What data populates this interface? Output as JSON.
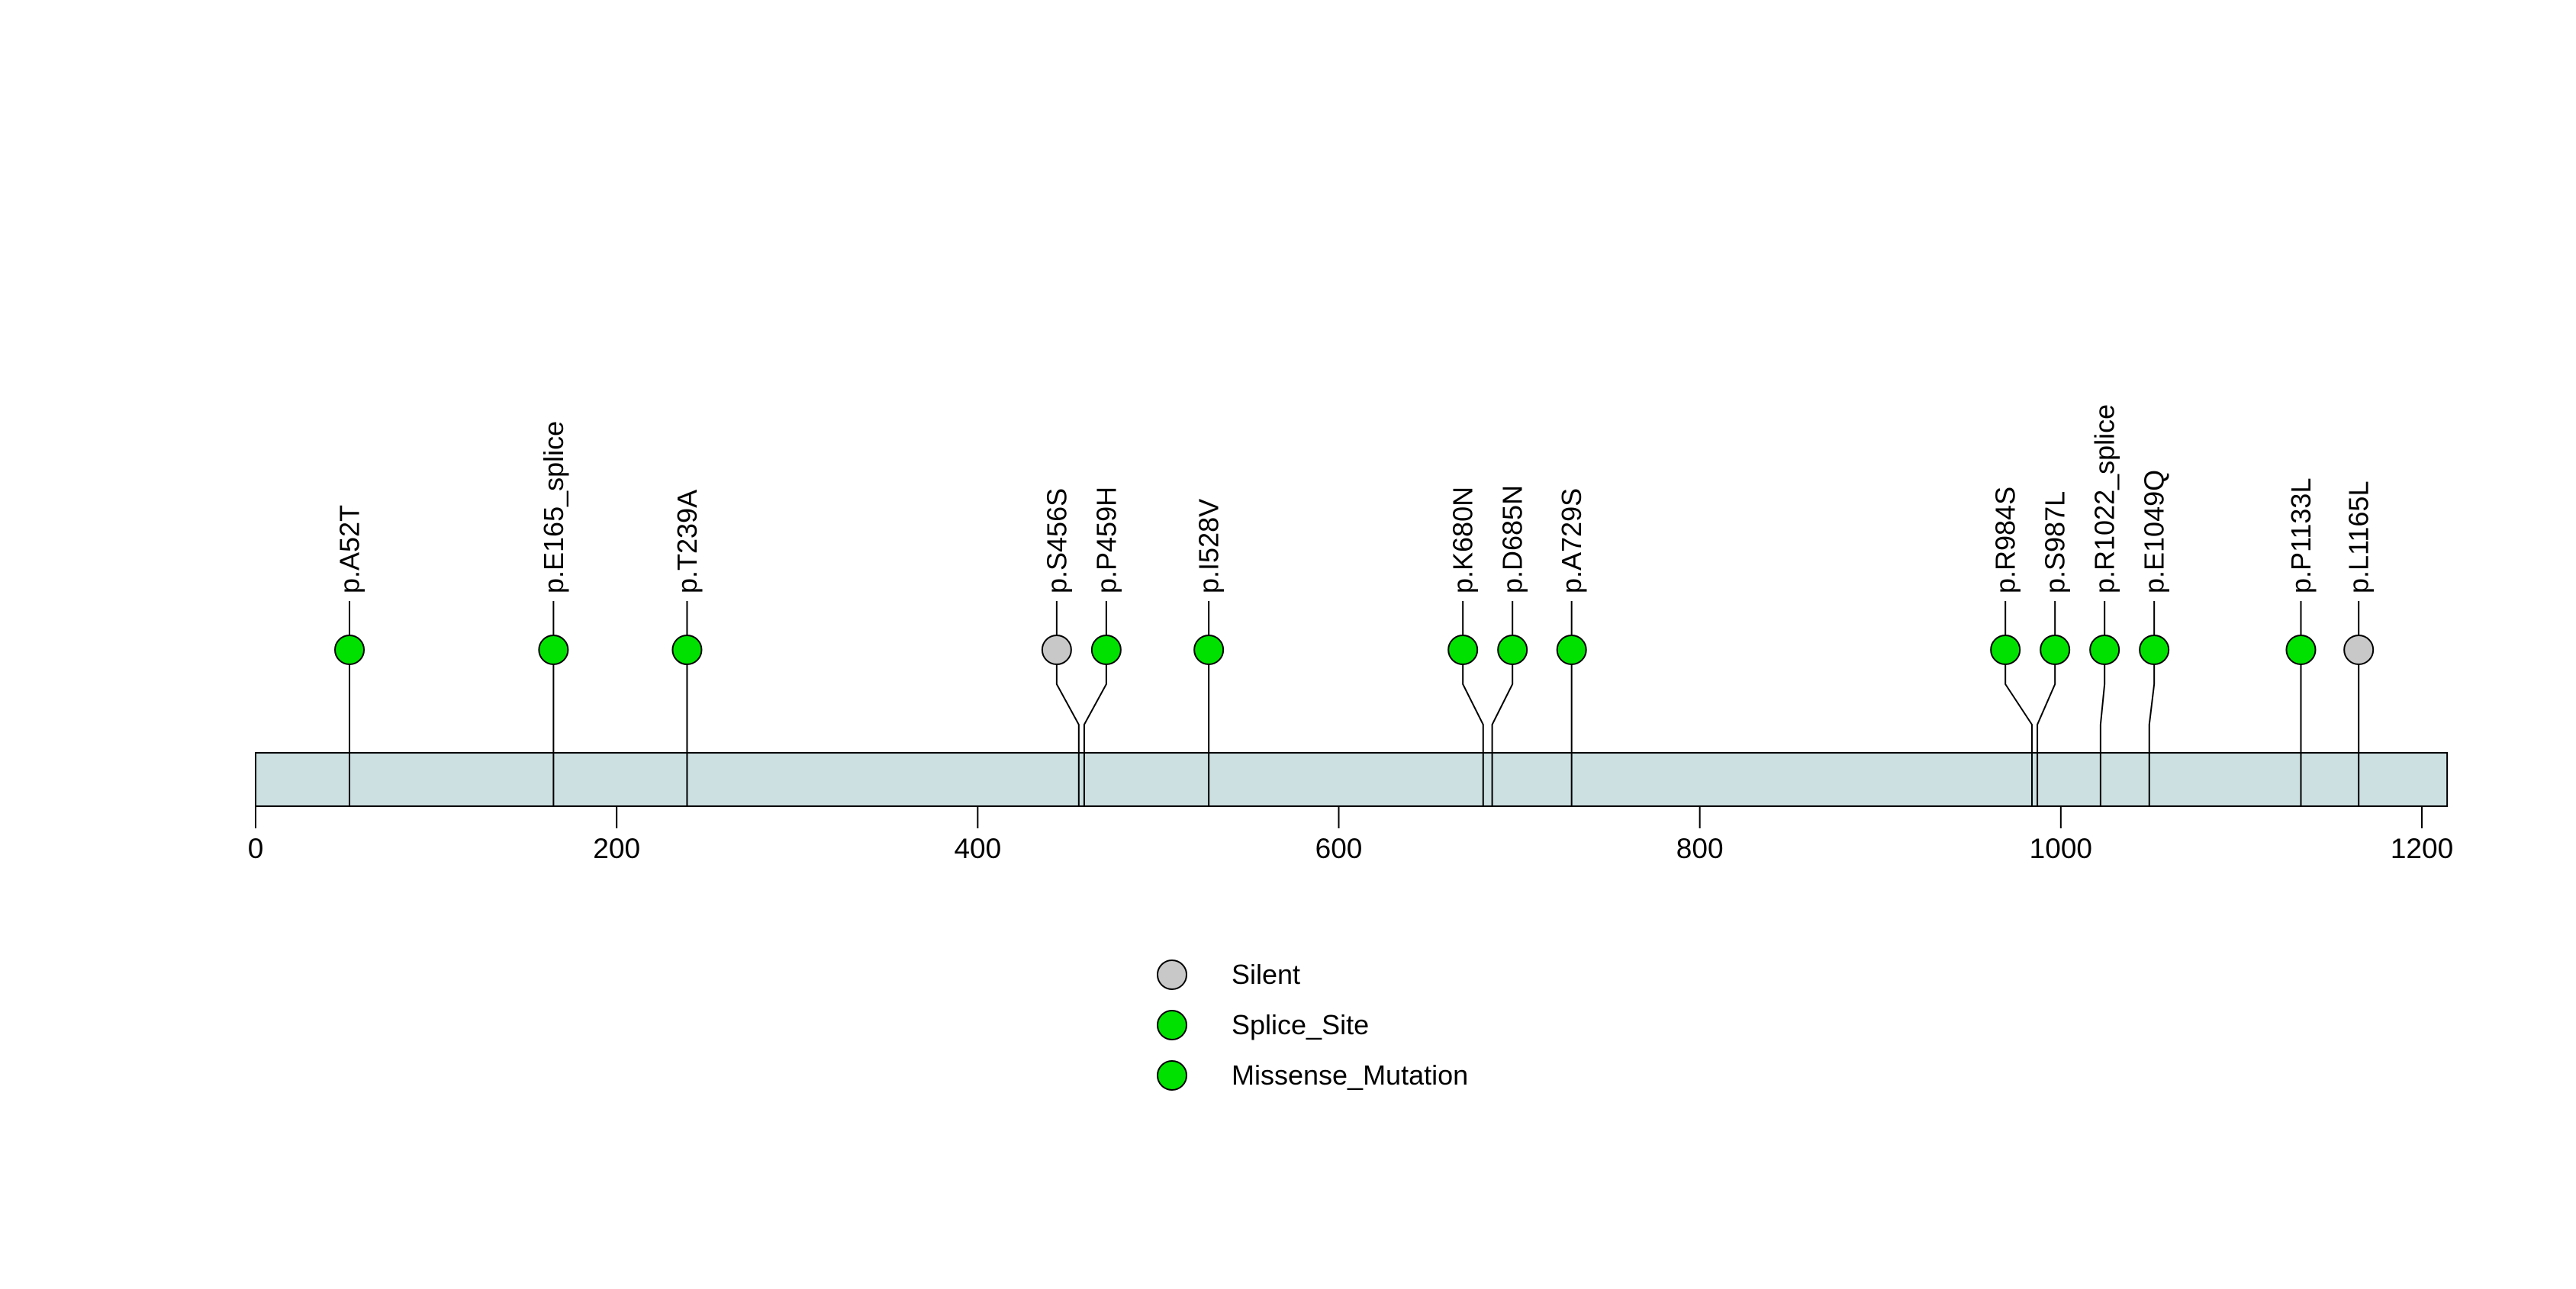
{
  "chart_data": {
    "type": "lollipop",
    "title": "",
    "xlabel": "",
    "ylabel": "",
    "xlim": [
      0,
      1214
    ],
    "x_ticks": [
      0,
      200,
      400,
      600,
      800,
      1000,
      1200
    ],
    "grid": false,
    "legend_position": "bottom-center",
    "protein_bar": {
      "start": 0,
      "end": 1214
    },
    "mutations": [
      {
        "label": "p.A52T",
        "position": 52,
        "type": "Missense_Mutation"
      },
      {
        "label": "p.E165_splice",
        "position": 165,
        "type": "Splice_Site"
      },
      {
        "label": "p.T239A",
        "position": 239,
        "type": "Missense_Mutation"
      },
      {
        "label": "p.S456S",
        "position": 456,
        "type": "Silent"
      },
      {
        "label": "p.P459H",
        "position": 459,
        "type": "Missense_Mutation"
      },
      {
        "label": "p.I528V",
        "position": 528,
        "type": "Missense_Mutation"
      },
      {
        "label": "p.K680N",
        "position": 680,
        "type": "Missense_Mutation"
      },
      {
        "label": "p.D685N",
        "position": 685,
        "type": "Missense_Mutation"
      },
      {
        "label": "p.A729S",
        "position": 729,
        "type": "Missense_Mutation"
      },
      {
        "label": "p.R984S",
        "position": 984,
        "type": "Missense_Mutation"
      },
      {
        "label": "p.S987L",
        "position": 987,
        "type": "Missense_Mutation"
      },
      {
        "label": "p.R1022_splice",
        "position": 1022,
        "type": "Splice_Site"
      },
      {
        "label": "p.E1049Q",
        "position": 1049,
        "type": "Missense_Mutation"
      },
      {
        "label": "p.P1133L",
        "position": 1133,
        "type": "Missense_Mutation"
      },
      {
        "label": "p.L1165L",
        "position": 1165,
        "type": "Silent"
      }
    ],
    "legend": {
      "items": [
        {
          "label": "Silent",
          "color": "#C8C8C8"
        },
        {
          "label": "Splice_Site",
          "color": "#00E100"
        },
        {
          "label": "Missense_Mutation",
          "color": "#00E100"
        }
      ]
    },
    "colors": {
      "Silent": "#C8C8C8",
      "Splice_Site": "#00E100",
      "Missense_Mutation": "#00E100",
      "backbone_fill": "#CCE0E2",
      "stroke": "#000000",
      "text": "#000000",
      "background": "#FFFFFF"
    }
  }
}
